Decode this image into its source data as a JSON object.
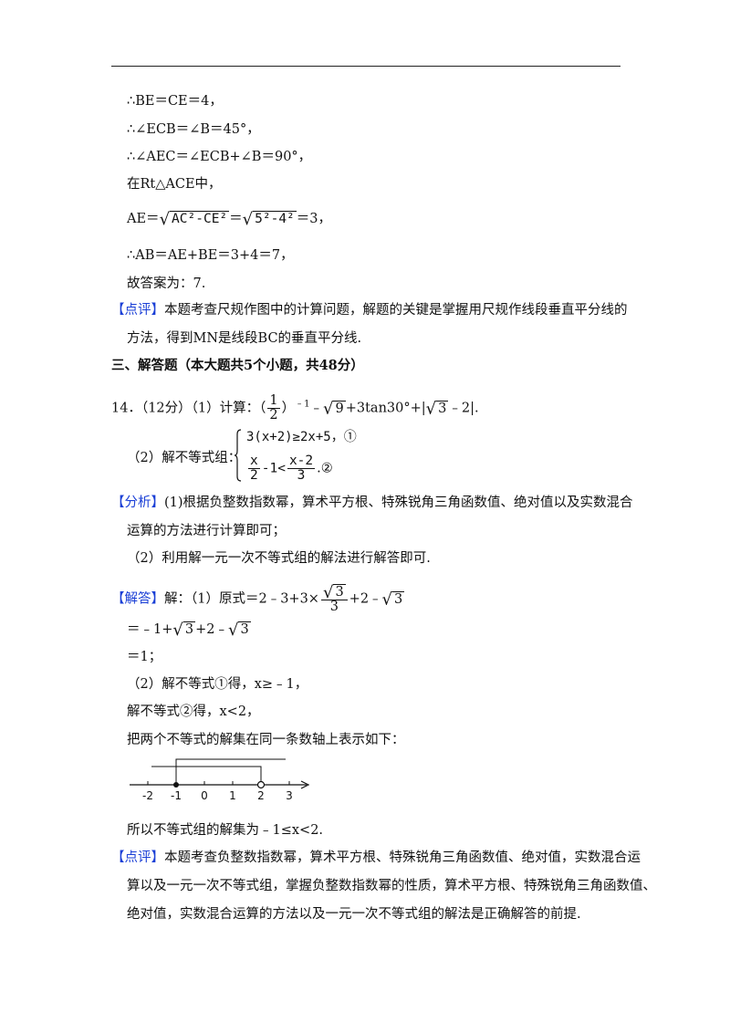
{
  "header_rule": true,
  "lines": {
    "l1": "∴BE＝CE＝4，",
    "l2": "∴∠ECB＝∠B＝45°，",
    "l3": "∴∠AEC＝∠ECB+∠B＝90°，",
    "l4": "在Rt△ACE中，",
    "l5_prefix": "AE＝",
    "l5_rad1": "AC²-CE²",
    "l5_mid": "＝",
    "l5_rad2": "5²-4²",
    "l5_suffix": "＝3，",
    "l6": "∴AB＝AE+BE＝3+4＝7，",
    "l7": "故答案为：7.",
    "comment1_tag": "【点评】",
    "comment1_a": "本题考查尺规作图中的计算问题，解题的关键是掌握用尺规作线段垂直平分线的",
    "comment1_b": "方法，得到MN是线段BC的垂直平分线."
  },
  "section": "三、解答题（本大题共5个小题，共48分）",
  "q14": {
    "head": "14．（12分）（1）计算：（",
    "frac_num": "1",
    "frac_den": "2",
    "exp": "﹣1",
    "after_exp": "﹣",
    "rad_9": "9",
    "mid": "+3tan30°+|",
    "rad_3": "3",
    "tail": "﹣2|.",
    "part2_label": "（2）解不等式组：",
    "ineq1": "3(x+2)≥2x+5，①",
    "ineq2_frac_num": "x",
    "ineq2_frac_den": "2",
    "ineq2_mid": "-1<",
    "ineq2_frac2_num": "x-2",
    "ineq2_frac2_den": "3",
    "ineq2_tail": ".②"
  },
  "analysis": {
    "tag": "【分析】",
    "a": "(1)根据负整数指数幂，算术平方根、特殊锐角三角函数值、绝对值以及实数混合",
    "b": "运算的方法进行计算即可；",
    "c": "（2）利用解一元一次不等式组的解法进行解答即可."
  },
  "answer": {
    "tag": "【解答】",
    "s1_a": "解：（1）原式＝2﹣3+3×",
    "s1_frac_num": "3",
    "s1_frac_den": "3",
    "s1_b": "+2﹣",
    "s1_rad": "3",
    "s2_a": "＝﹣1+",
    "s2_rad": "3",
    "s2_b": "+2﹣",
    "s2_rad2": "3",
    "s3": "＝1；",
    "s4": "（2）解不等式①得，x≥﹣1，",
    "s5": "解不等式②得，x<2，",
    "s6": "把两个不等式的解集在同一条数轴上表示如下：",
    "s7": "所以不等式组的解集为﹣1≤x<2."
  },
  "number_line": {
    "ticks": [
      "-2",
      "-1",
      "0",
      "1",
      "2",
      "3"
    ],
    "values": [
      -2,
      -1,
      0,
      1,
      2,
      3
    ],
    "solid_point": -1,
    "open_point": 2
  },
  "comment2": {
    "tag": "【点评】",
    "a": "本题考查负整数指数幂，算术平方根、特殊锐角三角函数值、绝对值，实数混合运",
    "b": "算以及一元一次不等式组，掌握负整数指数幂的性质，算术平方根、特殊锐角三角函数值、",
    "c": "绝对值，实数混合运算的方法以及一元一次不等式组的解法是正确解答的前提."
  },
  "colors": {
    "tag": "#1a3fd6",
    "text": "#111111"
  }
}
